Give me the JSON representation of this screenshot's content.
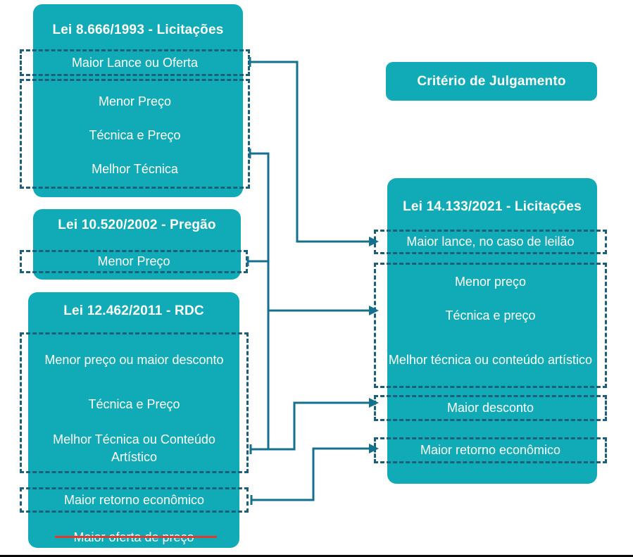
{
  "colors": {
    "teal": "#11abb8",
    "dash": "#1c5f7a",
    "line": "#15708e",
    "strike": "#e03a2c",
    "white": "#ffffff",
    "footer": "#0a0a0a"
  },
  "criterio_title": "Critério de Julgamento",
  "boxes": {
    "lei8666": {
      "title": "Lei 8.666/1993 - Licitações",
      "groups": [
        {
          "items": [
            "Maior Lance ou Oferta"
          ]
        },
        {
          "items": [
            "Menor Preço",
            "Técnica e Preço",
            "Melhor Técnica"
          ]
        }
      ]
    },
    "lei10520": {
      "title": "Lei 10.520/2002 - Pregão",
      "groups": [
        {
          "items": [
            "Menor Preço"
          ]
        }
      ]
    },
    "lei12462": {
      "title": "Lei 12.462/2011 - RDC",
      "groups": [
        {
          "items": [
            "Menor preço ou maior desconto",
            "Técnica e Preço",
            "Melhor Técnica ou Conteúdo Artístico"
          ]
        },
        {
          "items": [
            "Maior retorno econômico"
          ]
        }
      ],
      "removed_item": "Maior oferta de preço"
    },
    "lei14133": {
      "title": "Lei 14.133/2021 - Licitações",
      "groups": [
        {
          "items": [
            "Maior lance, no caso de leilão"
          ]
        },
        {
          "items": [
            "Menor preço",
            "Técnica e preço",
            "Melhor técnica ou conteúdo artístico"
          ]
        },
        {
          "items": [
            "Maior desconto"
          ]
        },
        {
          "items": [
            "Maior retorno econômico"
          ]
        }
      ]
    }
  },
  "connections": [
    {
      "from": "Maior Lance ou Oferta",
      "to": "Maior lance, no caso de leilão"
    },
    {
      "from": "Menor Preço / Técnica e Preço / Melhor Técnica (8.666, 10.520, 12.462)",
      "to": "Menor preço / Técnica e preço / Melhor técnica ou conteúdo artístico"
    },
    {
      "from": "Menor preço ou maior desconto (RDC)",
      "to": "Maior desconto"
    },
    {
      "from": "Maior retorno econômico (RDC)",
      "to": "Maior retorno econômico"
    }
  ]
}
